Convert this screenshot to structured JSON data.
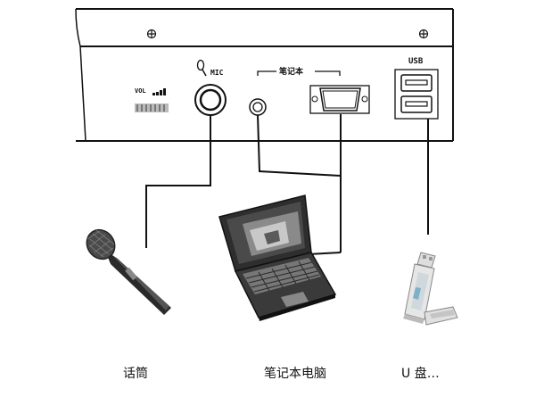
{
  "panel": {
    "vol_label": "VOL",
    "mic_label": "MIC",
    "notebook_label": "笔记本",
    "usb_label": "USB"
  },
  "devices": {
    "microphone": "话筒",
    "notebook": "笔记本电脑",
    "usb_drive": "U 盘…"
  },
  "colors": {
    "line": "#111111",
    "panel_fill": "#ffffff",
    "screen": "#3a3a3a"
  },
  "icons": [
    "screw-icon",
    "mic-stand-icon",
    "vga-port-icon",
    "usb-port-icon"
  ]
}
